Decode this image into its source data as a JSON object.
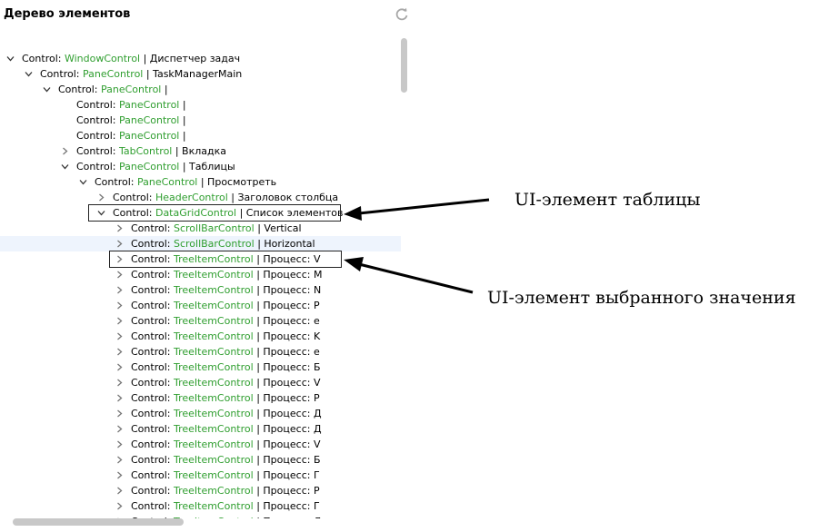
{
  "panel": {
    "title": "Дерево элементов",
    "refresh_icon": "refresh-icon"
  },
  "tree": {
    "rows": [
      {
        "depth": 0,
        "chevron": "down",
        "ctl": "Control: ",
        "type": "WindowControl",
        "rest": " | Диспетчер задач"
      },
      {
        "depth": 1,
        "chevron": "down",
        "ctl": "Control: ",
        "type": "PaneControl",
        "rest": " | TaskManagerMain"
      },
      {
        "depth": 2,
        "chevron": "down",
        "ctl": "Control: ",
        "type": "PaneControl",
        "rest": " |"
      },
      {
        "depth": 3,
        "chevron": "none",
        "ctl": "Control: ",
        "type": "PaneControl",
        "rest": " |"
      },
      {
        "depth": 3,
        "chevron": "none",
        "ctl": "Control: ",
        "type": "PaneControl",
        "rest": " |"
      },
      {
        "depth": 3,
        "chevron": "none",
        "ctl": "Control: ",
        "type": "PaneControl",
        "rest": " |"
      },
      {
        "depth": 3,
        "chevron": "right",
        "ctl": "Control: ",
        "type": "TabControl",
        "rest": " | Вкладка"
      },
      {
        "depth": 3,
        "chevron": "down",
        "ctl": "Control: ",
        "type": "PaneControl",
        "rest": " | Таблицы"
      },
      {
        "depth": 4,
        "chevron": "down",
        "ctl": "Control: ",
        "type": "PaneControl",
        "rest": " | Просмотреть"
      },
      {
        "depth": 5,
        "chevron": "right",
        "ctl": "Control: ",
        "type": "HeaderControl",
        "rest": " | Заголовок столбца"
      },
      {
        "depth": 5,
        "chevron": "down",
        "ctl": "Control: ",
        "type": "DataGridControl",
        "rest": " | Список элементов"
      },
      {
        "depth": 6,
        "chevron": "right",
        "ctl": "Control: ",
        "type": "ScrollBarControl",
        "rest": " | Vertical"
      },
      {
        "depth": 6,
        "chevron": "right",
        "ctl": "Control: ",
        "type": "ScrollBarControl",
        "rest": " | Horizontal"
      },
      {
        "depth": 6,
        "chevron": "right",
        "ctl": "Control: ",
        "type": "TreeItemControl",
        "rest": " | Процесс: V"
      },
      {
        "depth": 6,
        "chevron": "right",
        "ctl": "Control: ",
        "type": "TreeItemControl",
        "rest": " | Процесс: M"
      },
      {
        "depth": 6,
        "chevron": "right",
        "ctl": "Control: ",
        "type": "TreeItemControl",
        "rest": " | Процесс: N"
      },
      {
        "depth": 6,
        "chevron": "right",
        "ctl": "Control: ",
        "type": "TreeItemControl",
        "rest": " | Процесс: P"
      },
      {
        "depth": 6,
        "chevron": "right",
        "ctl": "Control: ",
        "type": "TreeItemControl",
        "rest": " | Процесс: e"
      },
      {
        "depth": 6,
        "chevron": "right",
        "ctl": "Control: ",
        "type": "TreeItemControl",
        "rest": " | Процесс: K"
      },
      {
        "depth": 6,
        "chevron": "right",
        "ctl": "Control: ",
        "type": "TreeItemControl",
        "rest": " | Процесс: e"
      },
      {
        "depth": 6,
        "chevron": "right",
        "ctl": "Control: ",
        "type": "TreeItemControl",
        "rest": " | Процесс: Б"
      },
      {
        "depth": 6,
        "chevron": "right",
        "ctl": "Control: ",
        "type": "TreeItemControl",
        "rest": " | Процесс: V"
      },
      {
        "depth": 6,
        "chevron": "right",
        "ctl": "Control: ",
        "type": "TreeItemControl",
        "rest": " | Процесс: P"
      },
      {
        "depth": 6,
        "chevron": "right",
        "ctl": "Control: ",
        "type": "TreeItemControl",
        "rest": " | Процесс: Д"
      },
      {
        "depth": 6,
        "chevron": "right",
        "ctl": "Control: ",
        "type": "TreeItemControl",
        "rest": " | Процесс: Д"
      },
      {
        "depth": 6,
        "chevron": "right",
        "ctl": "Control: ",
        "type": "TreeItemControl",
        "rest": " | Процесс: V"
      },
      {
        "depth": 6,
        "chevron": "right",
        "ctl": "Control: ",
        "type": "TreeItemControl",
        "rest": " | Процесс: Б"
      },
      {
        "depth": 6,
        "chevron": "right",
        "ctl": "Control: ",
        "type": "TreeItemControl",
        "rest": " | Процесс: Г"
      },
      {
        "depth": 6,
        "chevron": "right",
        "ctl": "Control: ",
        "type": "TreeItemControl",
        "rest": " | Процесс: P"
      },
      {
        "depth": 6,
        "chevron": "right",
        "ctl": "Control: ",
        "type": "TreeItemControl",
        "rest": " | Процесс: Г"
      },
      {
        "depth": 6,
        "chevron": "right",
        "ctl": "Control: ",
        "type": "TreeItemControl",
        "rest": " | Процесс: Д"
      }
    ],
    "hover_row": 12,
    "type_color": "#2f9e2f"
  },
  "annotations": {
    "table_label": "UI-элемент таблицы",
    "value_label": "UI-элемент выбранного значения"
  }
}
